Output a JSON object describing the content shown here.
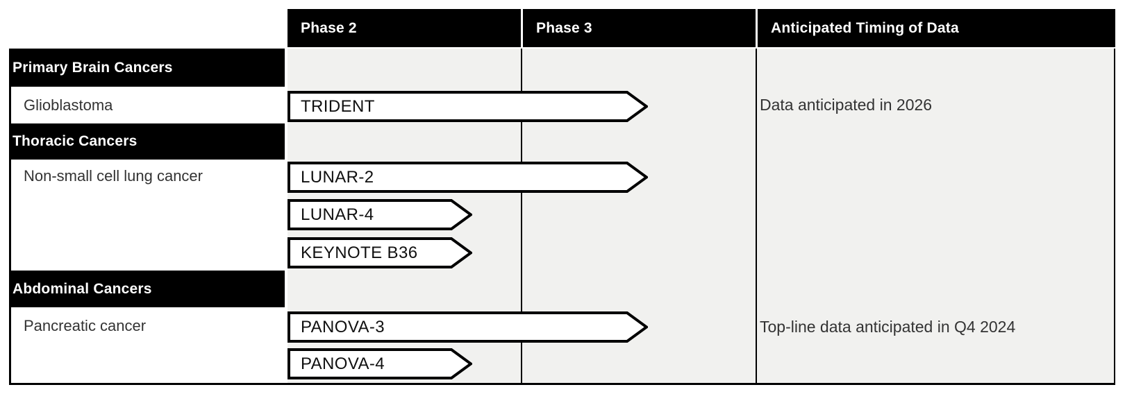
{
  "header": {
    "phase2": "Phase 2",
    "phase3": "Phase 3",
    "timing": "Anticipated Timing of Data"
  },
  "sections": [
    {
      "category": "Primary Brain Cancers",
      "rows": [
        {
          "indication": "Glioblastoma",
          "timing": "Data anticipated in 2026",
          "trials": [
            {
              "name": "TRIDENT",
              "extent": "reaches Phase 3 column"
            }
          ]
        }
      ]
    },
    {
      "category": "Thoracic Cancers",
      "rows": [
        {
          "indication": "Non-small cell lung cancer",
          "timing": "",
          "trials": [
            {
              "name": "LUNAR-2",
              "extent": "reaches Phase 3 column"
            },
            {
              "name": "LUNAR-4",
              "extent": "within Phase 2 column"
            },
            {
              "name": "KEYNOTE B36",
              "extent": "within Phase 2 column"
            }
          ]
        }
      ]
    },
    {
      "category": "Abdominal Cancers",
      "rows": [
        {
          "indication": "Pancreatic cancer",
          "timing": "Top-line data anticipated in Q4 2024",
          "trials": [
            {
              "name": "PANOVA-3",
              "extent": "reaches Phase 3 column"
            },
            {
              "name": "PANOVA-4",
              "extent": "within Phase 2 column"
            }
          ]
        }
      ]
    }
  ],
  "colors": {
    "header_bg": "#000000",
    "column_bg": "#f1f1ef",
    "arrow_fill": "#ffffff",
    "arrow_border": "#000000",
    "band_text": "#ffffff",
    "body_text": "#333333"
  }
}
